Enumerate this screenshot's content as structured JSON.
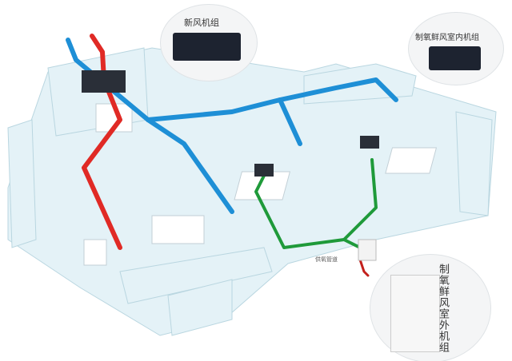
{
  "labels": {
    "fresh_air_unit": "新风机组",
    "indoor_oxygen_unit": "制氧鲜风室内机组",
    "outdoor_oxygen_unit": "制氧鲜风室外机组",
    "oxygen_pipe": "供氧管道"
  },
  "colors": {
    "supply_duct": "#1e8fd6",
    "exhaust_duct": "#e02a25",
    "oxygen_pipe": "#1f9a3a",
    "walls": "#dbeef4"
  }
}
